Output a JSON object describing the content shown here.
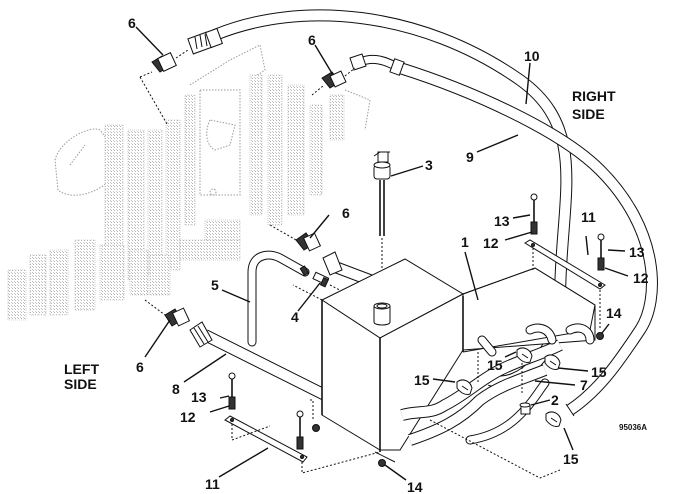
{
  "figure": {
    "id_label": "95036A",
    "side_labels": {
      "right": [
        "RIGHT",
        "SIDE"
      ],
      "left": [
        "LEFT",
        "SIDE"
      ]
    },
    "callouts": [
      {
        "id": "c1",
        "label": "1",
        "part": "reservoir-tank"
      },
      {
        "id": "c2",
        "label": "2",
        "part": "fitting"
      },
      {
        "id": "c3",
        "label": "3",
        "part": "dipstick-cap"
      },
      {
        "id": "c4",
        "label": "4",
        "part": "breather-fitting"
      },
      {
        "id": "c5",
        "label": "5",
        "part": "vent-tube"
      },
      {
        "id": "c6a",
        "label": "6",
        "part": "adapter-fitting"
      },
      {
        "id": "c6b",
        "label": "6",
        "part": "adapter-fitting"
      },
      {
        "id": "c6c",
        "label": "6",
        "part": "adapter-fitting"
      },
      {
        "id": "c6d",
        "label": "6",
        "part": "adapter-fitting"
      },
      {
        "id": "c7",
        "label": "7",
        "part": "suction-hose"
      },
      {
        "id": "c8",
        "label": "8",
        "part": "hose-left"
      },
      {
        "id": "c9",
        "label": "9",
        "part": "hose-right-inner"
      },
      {
        "id": "c10",
        "label": "10",
        "part": "hose-right-outer"
      },
      {
        "id": "c11a",
        "label": "11",
        "part": "mounting-strap"
      },
      {
        "id": "c11b",
        "label": "11",
        "part": "mounting-strap"
      },
      {
        "id": "c12a",
        "label": "12",
        "part": "spring"
      },
      {
        "id": "c12b",
        "label": "12",
        "part": "spring"
      },
      {
        "id": "c12c",
        "label": "12",
        "part": "spring"
      },
      {
        "id": "c13a",
        "label": "13",
        "part": "bolt"
      },
      {
        "id": "c13b",
        "label": "13",
        "part": "bolt"
      },
      {
        "id": "c13c",
        "label": "13",
        "part": "bolt"
      },
      {
        "id": "c14a",
        "label": "14",
        "part": "nut"
      },
      {
        "id": "c14b",
        "label": "14",
        "part": "nut"
      },
      {
        "id": "c15a",
        "label": "15",
        "part": "hose-clamp"
      },
      {
        "id": "c15b",
        "label": "15",
        "part": "hose-clamp"
      },
      {
        "id": "c15c",
        "label": "15",
        "part": "hose-clamp"
      },
      {
        "id": "c15d",
        "label": "15",
        "part": "hose-clamp"
      }
    ]
  }
}
